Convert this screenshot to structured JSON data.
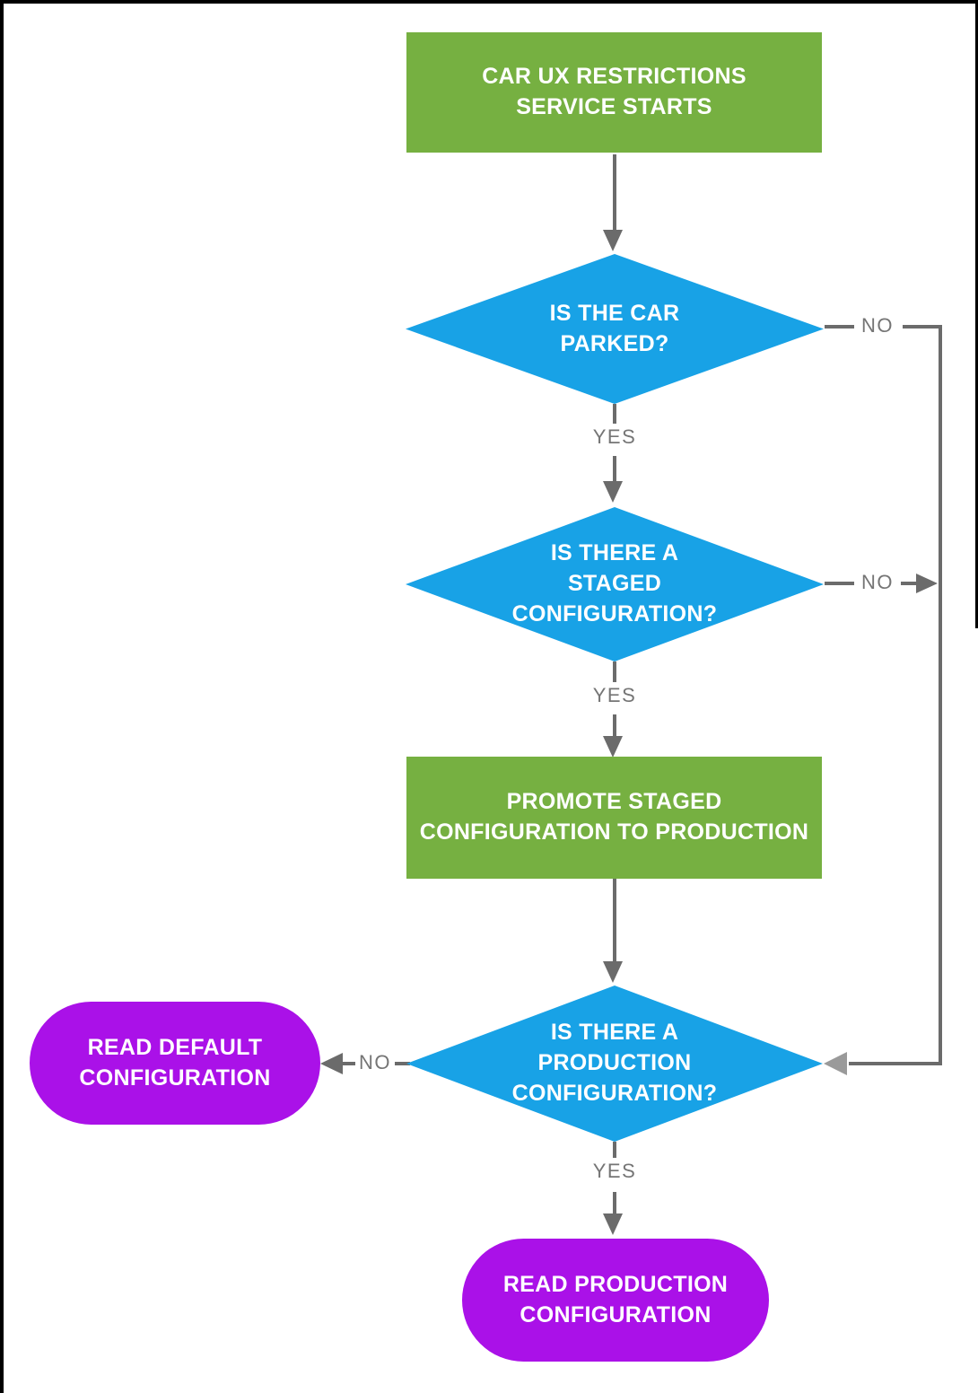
{
  "colors": {
    "green": "#76B041",
    "blue": "#18A2E6",
    "purple": "#AA11E8",
    "line": "#6B6B6B",
    "label": "#757575",
    "merge": "#9A9A9A",
    "frame": "#000000"
  },
  "nodes": {
    "start": {
      "label": "CAR UX RESTRICTIONS\nSERVICE STARTS",
      "type": "process"
    },
    "car_parked": {
      "label": "IS THE CAR\nPARKED?",
      "type": "decision"
    },
    "staged_config": {
      "label": "IS THERE A\nSTAGED\nCONFIGURATION?",
      "type": "decision"
    },
    "promote": {
      "label": "PROMOTE STAGED\nCONFIGURATION TO PRODUCTION",
      "type": "process"
    },
    "production_config": {
      "label": "IS THERE A\nPRODUCTION\nCONFIGURATION?",
      "type": "decision"
    },
    "read_default": {
      "label": "READ DEFAULT\nCONFIGURATION",
      "type": "terminal"
    },
    "read_production": {
      "label": "READ PRODUCTION\nCONFIGURATION",
      "type": "terminal"
    }
  },
  "edge_labels": {
    "car_parked_yes": "YES",
    "car_parked_no": "NO",
    "staged_yes": "YES",
    "staged_no": "NO",
    "production_yes": "YES",
    "production_no": "NO"
  }
}
